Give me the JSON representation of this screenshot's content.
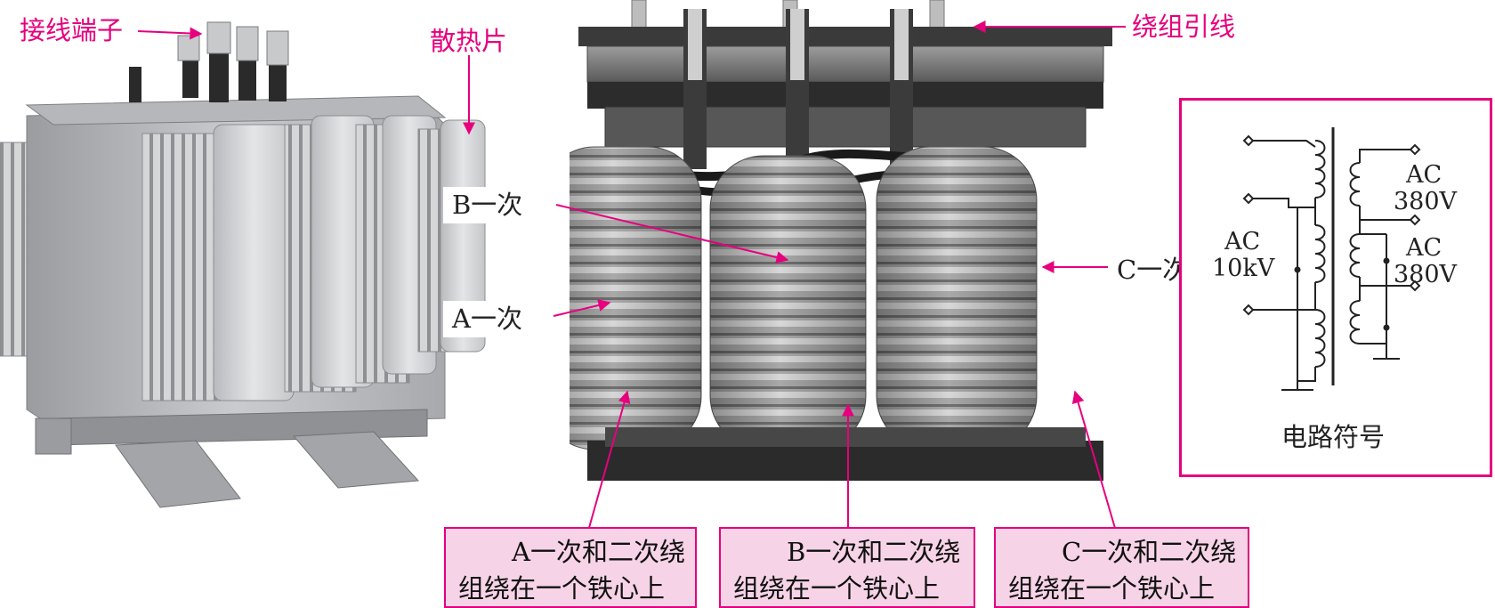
{
  "labels": {
    "terminal": "接线端子",
    "radiator": "散热片",
    "lead": "绕组引线",
    "b_primary": "B一次",
    "a_primary": "A一次",
    "c_primary": "C一次"
  },
  "boxes": {
    "a": {
      "line1": "A一次和二次绕",
      "line2": "组绕在一个铁心上"
    },
    "b": {
      "line1": "B一次和二次绕",
      "line2": "组绕在一个铁心上"
    },
    "c": {
      "line1": "C一次和二次绕",
      "line2": "组绕在一个铁心上"
    }
  },
  "symbol": {
    "caption": "电路符号",
    "primary_ac": "AC",
    "primary_v": "10kV",
    "secondary1_ac": "AC",
    "secondary1_v": "380V",
    "secondary2_ac": "AC",
    "secondary2_v": "380V"
  },
  "colors": {
    "accent": "#e6007e",
    "box_fill": "#f6d3e6"
  }
}
